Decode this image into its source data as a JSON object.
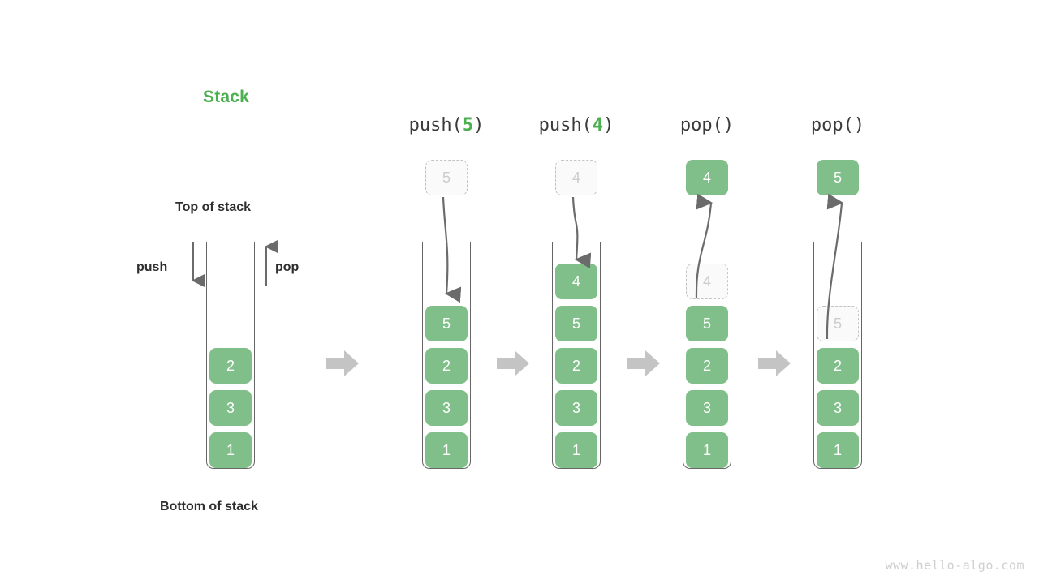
{
  "diagram": {
    "title": "Stack",
    "title_color": "#4caf50",
    "box_color": "#81bf8a",
    "ghost_color": "#cccccc",
    "labels": {
      "top_of_stack": "Top of stack",
      "bottom_of_stack": "Bottom of stack",
      "push": "push",
      "pop": "pop"
    },
    "watermark": "www.hello-algo.com",
    "initial_stack": {
      "cells_bottom_to_top": [
        "1",
        "3",
        "2"
      ]
    },
    "steps": [
      {
        "header_fn": "push(",
        "header_arg": "5",
        "header_close": ")",
        "floating_value": "5",
        "floating_style": "ghost",
        "arrow_direction": "down",
        "cells_bottom_to_top": [
          "1",
          "3",
          "2",
          "5"
        ],
        "ghost_index": -1
      },
      {
        "header_fn": "push(",
        "header_arg": "4",
        "header_close": ")",
        "floating_value": "4",
        "floating_style": "ghost",
        "arrow_direction": "down",
        "cells_bottom_to_top": [
          "1",
          "3",
          "2",
          "5",
          "4"
        ],
        "ghost_index": -1
      },
      {
        "header_fn": "pop(",
        "header_arg": "",
        "header_close": ")",
        "floating_value": "4",
        "floating_style": "solid",
        "arrow_direction": "up",
        "cells_bottom_to_top": [
          "1",
          "3",
          "2",
          "5",
          "4"
        ],
        "ghost_index": 4
      },
      {
        "header_fn": "pop(",
        "header_arg": "",
        "header_close": ")",
        "floating_value": "5",
        "floating_style": "solid",
        "arrow_direction": "up",
        "cells_bottom_to_top": [
          "1",
          "3",
          "2",
          "5"
        ],
        "ghost_index": 3
      }
    ],
    "flow_arrows": 4,
    "flow_arrow_color": "#c4c4c4"
  }
}
